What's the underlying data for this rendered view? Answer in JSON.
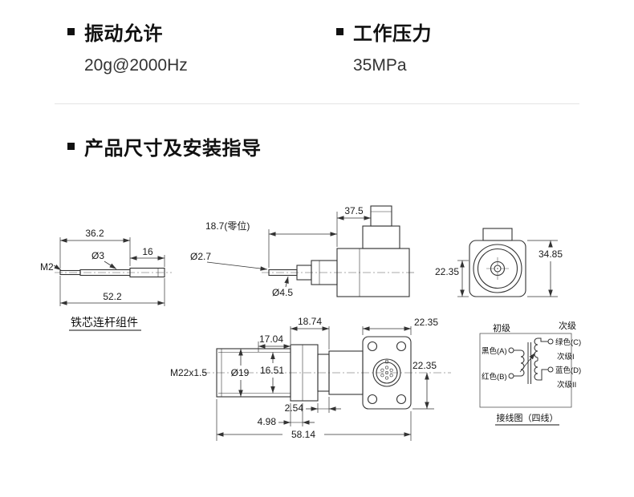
{
  "specs": {
    "vibration": {
      "title": "振动允许",
      "value": "20g@2000Hz"
    },
    "pressure": {
      "title": "工作压力",
      "value": "35MPa"
    }
  },
  "section": {
    "title": "产品尺寸及安装指导"
  },
  "rod": {
    "dim_length_front": "36.2",
    "dim_dia": "Ø3",
    "dim_rear": "16",
    "thread": "M2",
    "dim_total": "52.2",
    "caption": "铁芯连杆组件"
  },
  "side_view": {
    "dim_tip_dia": "Ø2.7",
    "dim_zero_pos": "18.7(零位)",
    "dim_top_len": "37.5",
    "dim_rod_dia": "Ø4.5"
  },
  "front_view": {
    "dim_center": "22.35",
    "dim_height": "34.85"
  },
  "bottom_view": {
    "dim_18_74": "18.74",
    "dim_flange_w": "22.35",
    "dim_17_04": "17.04",
    "thread_spec": "M22x1.5",
    "dim_thread_dia": "Ø19",
    "dim_16_51": "16.51",
    "dim_flange_h": "22.35",
    "dim_2_54": "2.54",
    "dim_4_98": "4.98",
    "dim_total_len": "58.14"
  },
  "wiring": {
    "primary_label": "初级",
    "secondary_label": "次级",
    "wire_black": "黑色(A)",
    "wire_red": "红色(B)",
    "wire_green": "绿色(C)",
    "secondary1": "次级I",
    "wire_blue": "蓝色(D)",
    "secondary2": "次级II",
    "caption": "接线图（四线）"
  }
}
